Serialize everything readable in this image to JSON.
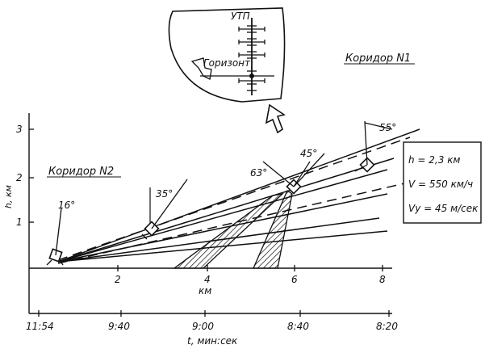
{
  "hud": {
    "label_utp": "УТП",
    "label_horizon": "Горизонт"
  },
  "corridors": {
    "n1": "Коридор N1",
    "n2": "Коридор N2"
  },
  "angles": {
    "a16": "16°",
    "a35": "35°",
    "a45": "45°",
    "a63": "63°",
    "a55": "55°"
  },
  "axes": {
    "y_label": "h, км",
    "y_ticks": [
      "1",
      "2",
      "3"
    ],
    "x_label": "км",
    "x_ticks": [
      "2",
      "4",
      "6",
      "8"
    ],
    "t_label": "t,  мин:сек",
    "t_ticks": [
      "11:54",
      "9:40",
      "9:00",
      "8:40",
      "8:20"
    ]
  },
  "params": {
    "h": "h = 2,3 км",
    "v": "V = 550 км/ч",
    "vy": "Vy = 45 м/сек"
  }
}
